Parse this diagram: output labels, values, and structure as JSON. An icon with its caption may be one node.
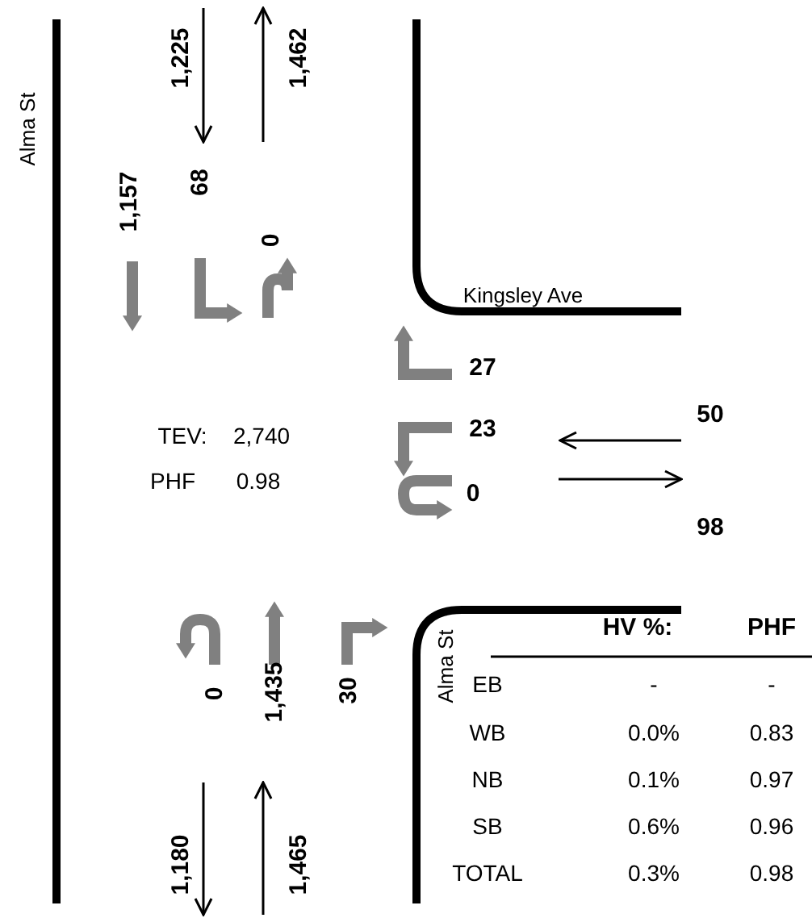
{
  "diagram": {
    "labels": [
      "1,225",
      "1,462",
      "Alma St",
      "1,157",
      "68",
      "0",
      "Kingsley Ave",
      "27",
      "23",
      "50",
      "TEV:",
      "2,740",
      "PHF",
      "0.98",
      "0",
      "98",
      "0",
      "1,435",
      "30",
      "HV %:",
      "PHF",
      "Alma St",
      "EB",
      "-",
      "-",
      "WB",
      "0.0%",
      "0.83",
      "NB",
      "0.1%",
      "0.97",
      "SB",
      "0.6%",
      "0.96",
      "TOTAL",
      "0.3%",
      "0.98",
      "1,180",
      "1,465"
    ]
  }
}
